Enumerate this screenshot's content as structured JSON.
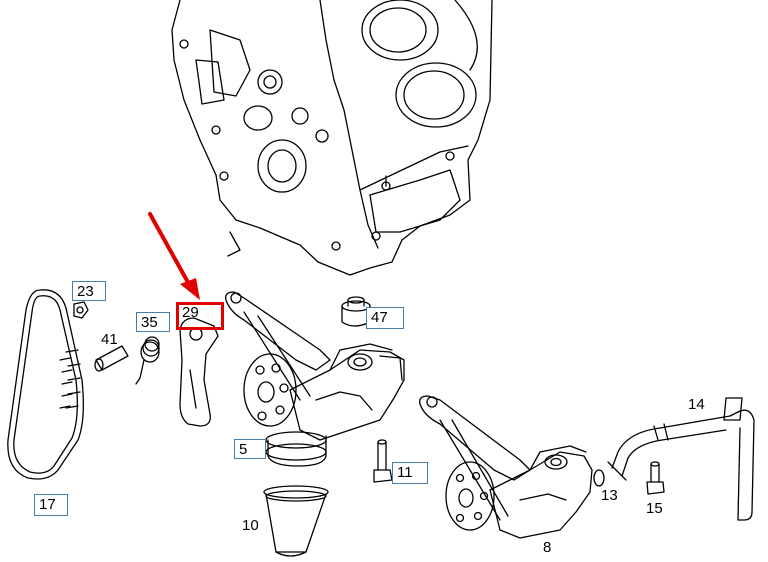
{
  "callouts": {
    "c23": "23",
    "c35": "35",
    "c29": "29",
    "c41": "41",
    "c47": "47",
    "c5": "5",
    "c11": "11",
    "c17": "17",
    "c10": "10",
    "c8": "8",
    "c13": "13",
    "c14": "14",
    "c15": "15"
  },
  "highlighted_part": "29",
  "colors": {
    "line": "#000000",
    "callout_box": "#4a7ca8",
    "highlight": "#e00000",
    "arrow": "#e00000"
  }
}
